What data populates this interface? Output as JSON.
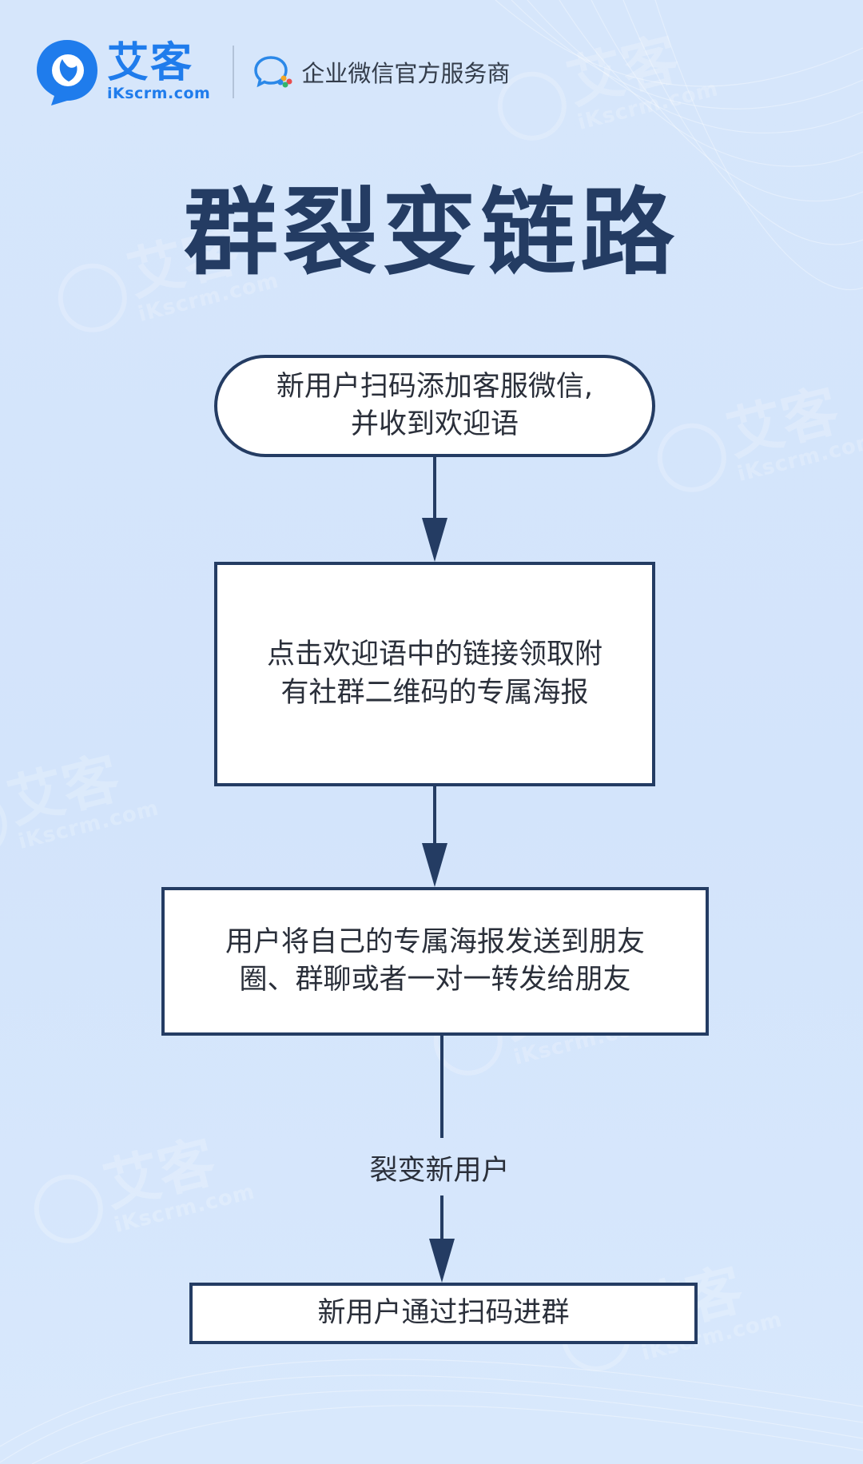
{
  "header": {
    "brand_name": "艾客",
    "brand_domain": "iKscrm.com",
    "tagline": "企业微信官方服务商"
  },
  "title": "群裂变链路",
  "flow": {
    "nodes": [
      {
        "text": "新用户扫码添加客服微信,\n并收到欢迎语"
      },
      {
        "text": "点击欢迎语中的链接领取附\n有社群二维码的专属海报"
      },
      {
        "text": "用户将自己的专属海报发送到朋友\n圈、群聊或者一对一转发给朋友"
      },
      {
        "text": "新用户通过扫码进群"
      }
    ],
    "edge_label": "裂变新用户"
  },
  "watermark": {
    "name": "艾客",
    "domain": "iKscrm.com"
  },
  "colors": {
    "background": "#d6e6fb",
    "node_border": "#243c63",
    "title": "#243c63",
    "brand": "#1f7cec"
  }
}
